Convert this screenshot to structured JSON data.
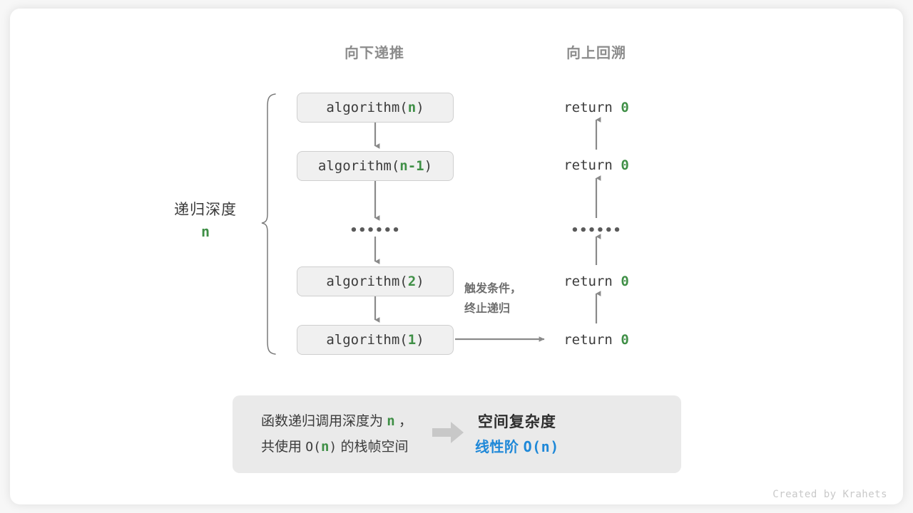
{
  "card": {
    "background": "#ffffff",
    "page_background": "#f7f7f7"
  },
  "colors": {
    "accent_green": "#3f8f46",
    "accent_blue": "#1e88d8",
    "arrow_gray": "#8a8a8a",
    "box_fill": "#f0f0f0",
    "box_border": "#cfcfcf",
    "panel_fill": "#eaeaea",
    "header_gray": "#8c8c8c",
    "text_dark": "#3b3b3b"
  },
  "headers": {
    "descend": "向下递推",
    "ascend": "向上回溯"
  },
  "depth_label": {
    "title": "递归深度",
    "value": "n"
  },
  "call_stack": [
    {
      "prefix": "algorithm(",
      "arg": "n",
      "suffix": ")"
    },
    {
      "prefix": "algorithm(",
      "arg": "n-1",
      "suffix": ")"
    },
    {
      "ellipsis": "••••••"
    },
    {
      "prefix": "algorithm(",
      "arg": "2",
      "suffix": ")"
    },
    {
      "prefix": "algorithm(",
      "arg": "1",
      "suffix": ")"
    }
  ],
  "return_stack": [
    {
      "text": "return ",
      "value": "0"
    },
    {
      "text": "return ",
      "value": "0"
    },
    {
      "ellipsis": "••••••"
    },
    {
      "text": "return ",
      "value": "0"
    },
    {
      "text": "return ",
      "value": "0"
    }
  ],
  "trigger_note": {
    "line1": "触发条件，",
    "line2": "终止递归"
  },
  "summary": {
    "left_line1_a": "函数递归调用深度为 ",
    "left_line1_n": "n",
    "left_line1_b": " ，",
    "left_line2_a": "共使用 ",
    "left_line2_o": "O(",
    "left_line2_n": "n",
    "left_line2_c": ")",
    "left_line2_b": " 的栈帧空间",
    "arrow_icon": "right-arrow-icon",
    "right_title": "空间复杂度",
    "right_value_label": "线性阶 ",
    "right_value_expr": "O(n)"
  },
  "credit": "Created by Krahets"
}
